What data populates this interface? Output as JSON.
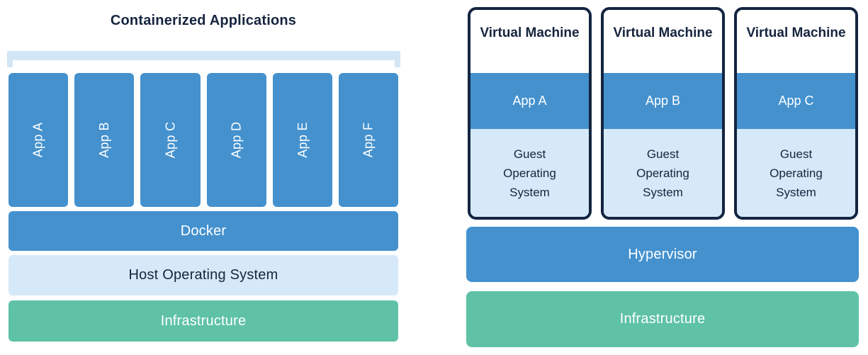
{
  "colors": {
    "blue": "#4491ce",
    "light_blue": "#d5e9f8",
    "bracket_blue": "#d2e6f6",
    "green": "#5fc2a6",
    "navy": "#16253f",
    "white": "#ffffff"
  },
  "left": {
    "title": "Containerized Applications",
    "apps": [
      "App A",
      "App B",
      "App C",
      "App D",
      "App E",
      "App F"
    ],
    "layers": [
      {
        "label": "Docker"
      },
      {
        "label": "Host Operating System"
      },
      {
        "label": "Infrastructure"
      }
    ]
  },
  "right": {
    "vms": [
      {
        "title": "Virtual Machine",
        "app": "App A",
        "os": "Guest Operating System"
      },
      {
        "title": "Virtual Machine",
        "app": "App B",
        "os": "Guest Operating System"
      },
      {
        "title": "Virtual Machine",
        "app": "App C",
        "os": "Guest Operating System"
      }
    ],
    "layers": [
      {
        "label": "Hypervisor"
      },
      {
        "label": "Infrastructure"
      }
    ]
  }
}
